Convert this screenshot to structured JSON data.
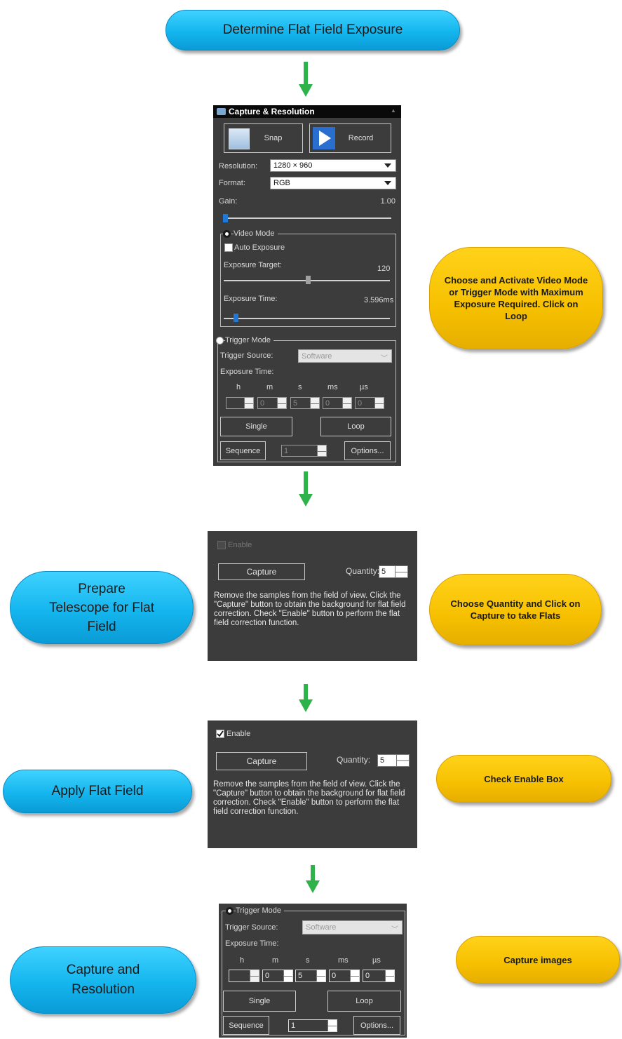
{
  "nodes": {
    "start": "Determine Flat Field Exposure",
    "step1_note": "Choose and Activate Video Mode or Trigger Mode with Maximum Exposure Required. Click on Loop",
    "step2_left": "Prepare Telescope for Flat Field",
    "step2_note": "Choose Quantity and Click on Capture to take Flats",
    "step3_left": "Apply Flat Field",
    "step3_note": "Check Enable Box",
    "step4_left": "Capture and Resolution",
    "step4_note": "Capture images"
  },
  "capture_panel": {
    "title": "Capture & Resolution",
    "snap": "Snap",
    "record": "Record",
    "resolution_label": "Resolution:",
    "resolution_value": "1280 × 960",
    "format_label": "Format:",
    "format_value": "RGB",
    "gain_label": "Gain:",
    "gain_value": "1.00",
    "video_mode": "Video Mode",
    "auto_exposure": "Auto Exposure",
    "exposure_target_label": "Exposure Target:",
    "exposure_target_value": "120",
    "exposure_time_label": "Exposure Time:",
    "exposure_time_value": "3.596ms"
  },
  "trigger_panel": {
    "title": "Trigger Mode",
    "source_label": "Trigger Source:",
    "source_value": "Software",
    "exposure_time_label": "Exposure Time:",
    "units": [
      "h",
      "m",
      "s",
      "ms",
      "µs"
    ],
    "values": [
      "",
      "0",
      "5",
      "0",
      "0"
    ],
    "single": "Single",
    "loop": "Loop",
    "sequence": "Sequence",
    "sequence_count": "1",
    "options": "Options..."
  },
  "flat_panel": {
    "enable": "Enable",
    "capture": "Capture",
    "quantity_label": "Quantity:",
    "quantity_value": "5",
    "description": "Remove the samples from the field of view. Click the \"Capture\" button to obtain the background for flat field correction. Check \"Enable\" button to perform the flat field correction function."
  }
}
